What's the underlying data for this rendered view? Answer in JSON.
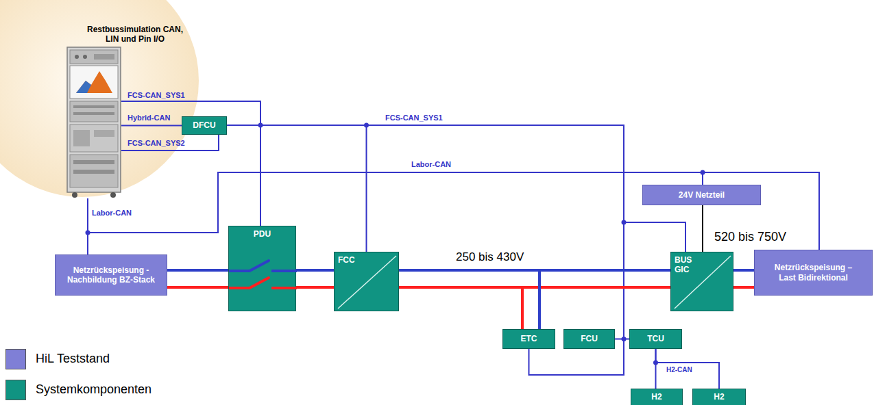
{
  "diagram": {
    "nodes": [
      {
        "text": [
          "Restbussimulation CAN, LIN und Pin I/O"
        ]
      },
      {
        "text": [
          "DFCU"
        ]
      },
      {
        "text": [
          "24V Netzteil"
        ]
      },
      {
        "text": [
          "Netzrückspeisung - Nachbildung BZ-Stack"
        ]
      },
      {
        "text": [
          "PDU"
        ]
      },
      {
        "text": [
          "FCC"
        ]
      },
      {
        "text": [
          "BUS GIC"
        ]
      },
      {
        "text": [
          "Netzrückspeisung – Last Bidirektional"
        ]
      },
      {
        "text": [
          "ETC"
        ]
      },
      {
        "text": [
          "FCU"
        ]
      },
      {
        "text": [
          "TCU"
        ]
      },
      {
        "text": [
          "H2"
        ]
      },
      {
        "text": [
          "H2"
        ]
      }
    ],
    "edges": [
      {
        "from": 0,
        "to": 1,
        "arrow": "none",
        "label": "Hybrid-CAN"
      },
      {
        "from": 1,
        "to": 0,
        "arrow": "none",
        "label": "FCS-CAN_SYS2"
      },
      {
        "from": 0,
        "to": 4,
        "arrow": "none"
      },
      {
        "from": 1,
        "to": 4,
        "arrow": "none"
      },
      {
        "from": 0,
        "to": 5,
        "arrow": "none"
      },
      {
        "from": 0,
        "to": 6,
        "arrow": "none"
      },
      {
        "from": 0,
        "to": 8,
        "arrow": "none"
      },
      {
        "from": 0,
        "to": 9,
        "arrow": "none"
      },
      {
        "from": 0,
        "to": 10,
        "arrow": "none"
      },
      {
        "from": 0,
        "to": 3,
        "arrow": "none"
      },
      {
        "from": 0,
        "to": 2,
        "arrow": "none"
      },
      {
        "from": 0,
        "to": 7,
        "arrow": "none"
      },
      {
        "from": 10,
        "to": 11,
        "arrow": "none"
      },
      {
        "from": 10,
        "to": 12,
        "arrow": "none"
      },
      {
        "from": 3,
        "to": 4,
        "arrow": "none"
      },
      {
        "from": 4,
        "to": 5,
        "arrow": "none"
      },
      {
        "from": 5,
        "to": 6,
        "arrow": "none"
      },
      {
        "from": 6,
        "to": 7,
        "arrow": "none"
      },
      {
        "from": 5,
        "to": 8,
        "arrow": "none"
      },
      {
        "from": 2,
        "to": 6,
        "arrow": "none"
      }
    ],
    "labels": [
      "FCS-CAN_SYS1",
      "FCS-CAN_SYS1",
      "Labor-CAN",
      "Labor-CAN",
      "250 bis 430V",
      "520 bis 750V",
      "H2-CAN"
    ],
    "legend": [
      {
        "text": "HiL Teststand",
        "color": "#7f7fd6"
      },
      {
        "text": "Systemkomponenten",
        "color": "#109482"
      }
    ]
  }
}
